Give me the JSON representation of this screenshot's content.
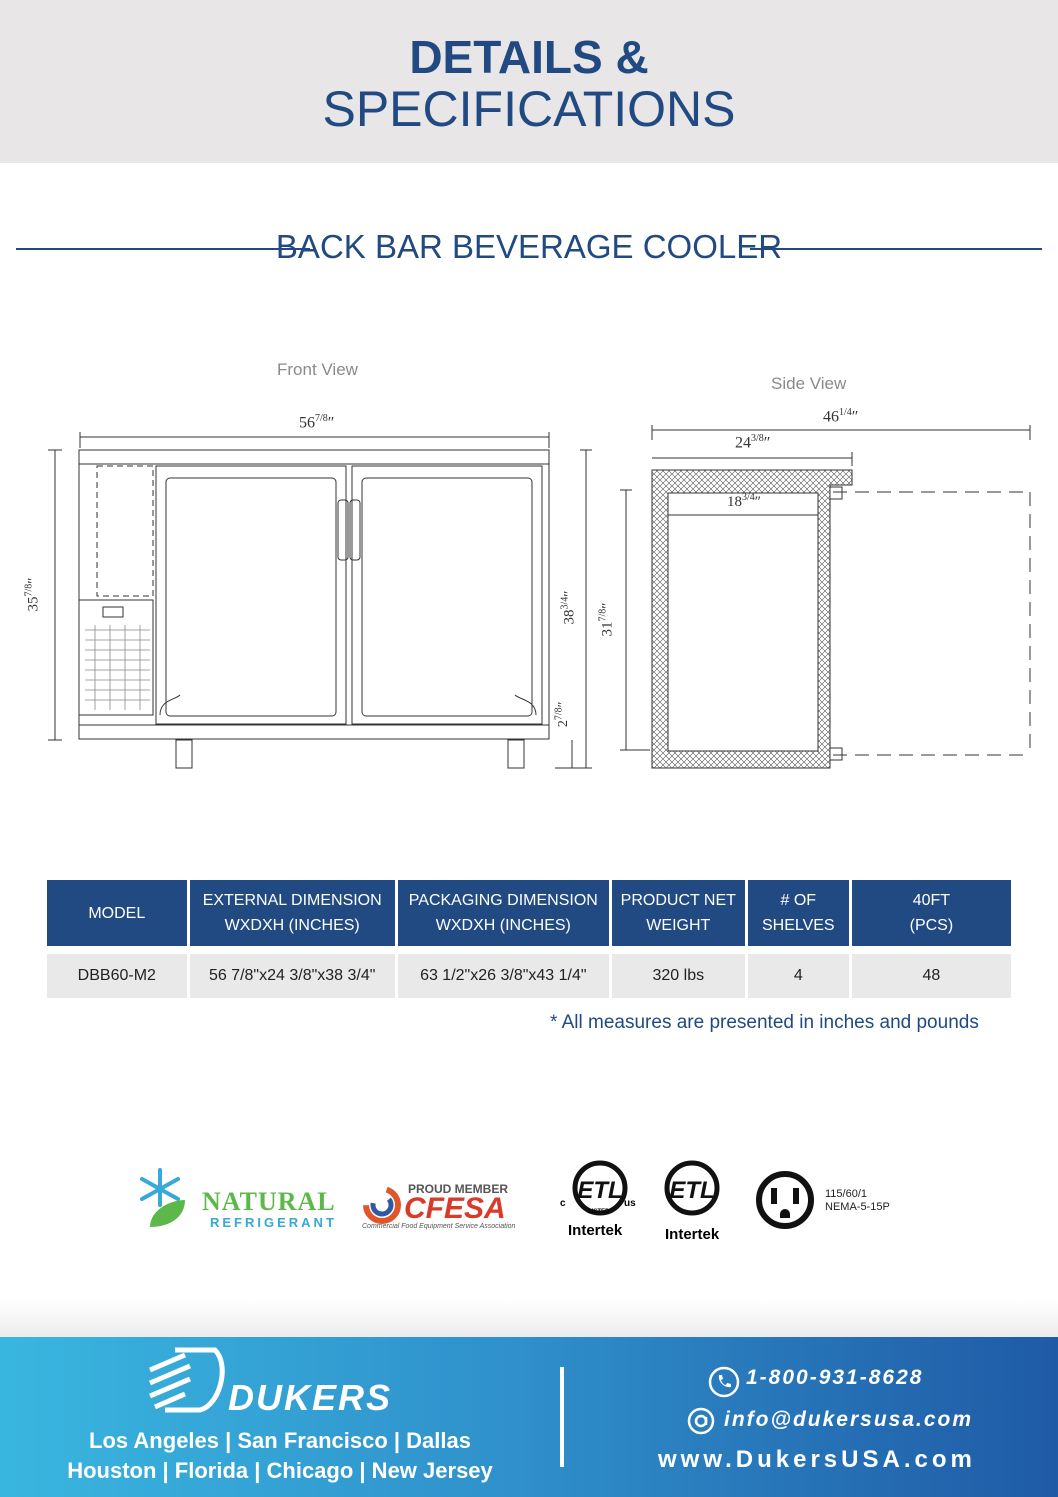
{
  "header": {
    "title_line1": "DETAILS &",
    "title_line2": "SPECIFICATIONS"
  },
  "section": {
    "title": "BACK BAR BEVERAGE COOLER"
  },
  "drawings": {
    "front_label": "Front View",
    "side_label": "Side View",
    "front_dims": {
      "width": "56",
      "width_frac": "7/8",
      "height_left": "35",
      "height_left_frac": "7/8",
      "height_right": "38",
      "height_right_frac": "3/4",
      "base": "2",
      "base_frac": "7/8"
    },
    "side_dims": {
      "overall_depth": "46",
      "overall_depth_frac": "1/4",
      "body_depth": "24",
      "body_depth_frac": "3/8",
      "inner_depth": "18",
      "inner_depth_frac": "3/4",
      "inner_height": "31",
      "inner_height_frac": "7/8"
    }
  },
  "table": {
    "headers": [
      [
        "MODEL"
      ],
      [
        "EXTERNAL DIMENSION",
        "WXDXH (INCHES)"
      ],
      [
        "PACKAGING DIMENSION",
        "WXDXH (INCHES)"
      ],
      [
        "PRODUCT NET",
        "WEIGHT"
      ],
      [
        "# OF",
        "SHELVES"
      ],
      [
        "40FT",
        "(PCS)"
      ]
    ],
    "rows": [
      [
        "DBB60-M2",
        "56 7/8\"x24 3/8\"x38 3/4\"",
        "63 1/2\"x26 3/8\"x43 1/4\"",
        "320 lbs",
        "4",
        "48"
      ]
    ]
  },
  "note": "* All measures are presented in inches and pounds",
  "certifications": {
    "natural_top": "NATURAL",
    "natural_bottom": "REFRIGERANT",
    "cfesa_top": "PROUD MEMBER",
    "cfesa_name": "CFESA",
    "cfesa_sub": "Commercial Food Equipment Service Association",
    "etl_us_c": "c",
    "etl_us_us": "us",
    "etl_listed": "LISTED",
    "intertek_1": "Intertek",
    "intertek_2": "Intertek",
    "plug_line1": "115/60/1",
    "plug_line2": "NEMA-5-15P"
  },
  "footer": {
    "brand": "DUKERS",
    "cities_line1": "Los Angeles | San Francisco | Dallas",
    "cities_line2": "Houston | Florida | Chicago | New Jersey",
    "phone": "1-800-931-8628",
    "email": "info@dukersusa.com",
    "website": "www.DukersUSA.com"
  },
  "colors": {
    "brand_blue": "#214a82",
    "header_bg": "#e8e6e6",
    "row_bg": "#e9e9e9"
  }
}
